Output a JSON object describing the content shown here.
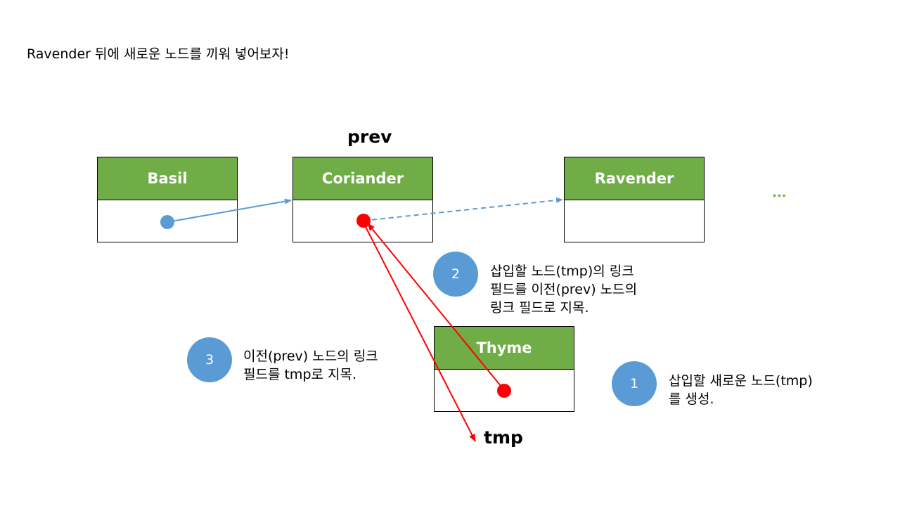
{
  "title": "Ravender 뒤에 새로운 노드를 끼워 넣어보자!",
  "nodes": [
    {
      "name": "Basil"
    },
    {
      "name": "Coriander"
    },
    {
      "name": "Ravender"
    },
    {
      "name": "Thyme"
    }
  ],
  "labels": {
    "prev": "prev",
    "tmp": "tmp",
    "more": "..."
  },
  "steps": [
    {
      "number": "1",
      "lines": [
        "삽입할 새로운 노드(tmp)",
        "를 생성."
      ]
    },
    {
      "number": "2",
      "lines": [
        "삽입할 노드(tmp)의 링크",
        "필드를 이전(prev) 노드의",
        "링크 필드로 지목."
      ]
    },
    {
      "number": "3",
      "lines": [
        "이전(prev) 노드의 링크",
        "필드를 tmp로 지목."
      ]
    }
  ],
  "colors": {
    "node_header": "#70ad47",
    "pointer_blue": "#5b9bd5",
    "pointer_red": "#ff0000",
    "step_circle": "#5b9bd5",
    "ellipsis": "#70ad47"
  }
}
